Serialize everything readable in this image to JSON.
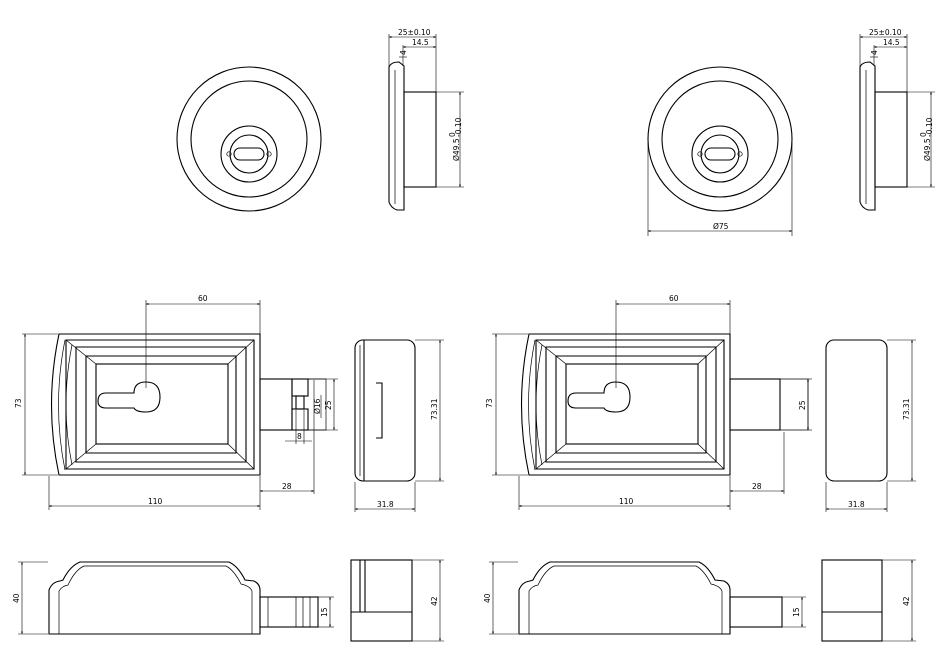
{
  "cylinder_views": {
    "depth_total": "25±0.10",
    "depth_partial": "14.5",
    "small_dim": "4",
    "diameter": "Ø49.5",
    "diameter_tol_top": "0",
    "diameter_tol_bottom": "-0.10",
    "outer_diameter": "Ø75"
  },
  "lock_front_views": {
    "width": "110",
    "height": "73",
    "keyhole_offset": "60",
    "bolt_length": "28",
    "bolt_width": "25",
    "pin_diameter": "Ø16",
    "pin_width": "8"
  },
  "lock_side_views": {
    "height": "73.31",
    "depth": "31.8"
  },
  "lock_bottom_views": {
    "height": "40",
    "bolt_height": "15",
    "side_height": "42"
  }
}
